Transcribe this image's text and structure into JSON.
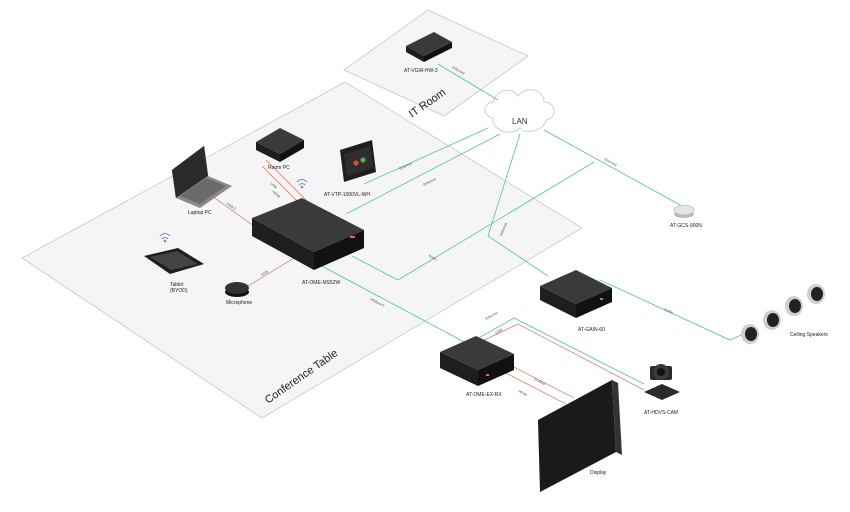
{
  "zones": {
    "it_room": "IT Room",
    "conference_table": "Conference Table"
  },
  "network": {
    "lan": "LAN"
  },
  "devices": {
    "gateway": "AT-VGW-HW-3",
    "room_pc": "Room PC",
    "laptop": "Laptop PC",
    "touch_panel": "AT-VTP-1000VL-WH",
    "switcher": "AT-OME-MS52W",
    "tablet_line1": "Tablet",
    "tablet_line2": "(BYOD)",
    "microphone": "Microphone",
    "ceiling_mic": "AT-GCS-900N",
    "amplifier": "AT-GAIN-60",
    "ceiling_speakers": "Ceiling Speakers",
    "receiver": "AT-OME-EX-RX",
    "camera": "AT-HDVS-CAM",
    "display": "Display"
  },
  "cables": {
    "ethernet": "Ethernet",
    "usb": "USB",
    "hdmi": "HDMI",
    "usb_c": "USB-C",
    "audio": "Audio",
    "hdbaset": "HDBaseT",
    "control": "Control"
  },
  "colors": {
    "ethernet": "#4fc3a8",
    "av": "#e06a5a",
    "device": "#1e1e1e",
    "zone_fill": "#f5f5f5",
    "zone_stroke": "#c8c8c8"
  }
}
